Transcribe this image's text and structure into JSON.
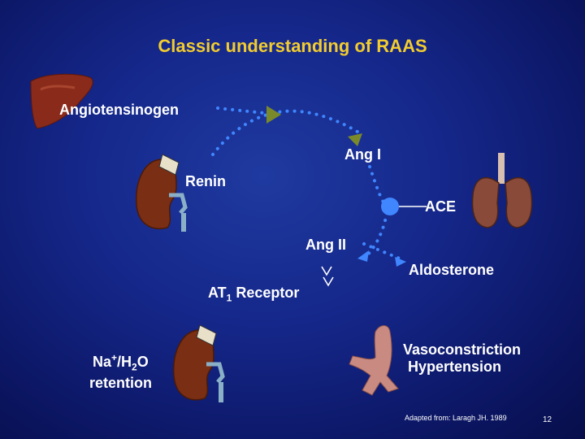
{
  "title": "Classic understanding of RAAS",
  "labels": {
    "angiotensinogen": "Angiotensinogen",
    "ang1": "Ang I",
    "renin": "Renin",
    "ace": "ACE",
    "ang2": "Ang II",
    "at1_main": "AT",
    "at1_sub": "1",
    "at1_rest": " Receptor",
    "aldosterone": "Aldosterone",
    "na_na": "Na",
    "na_plus": "+",
    "na_h": "/H",
    "na_2": "2",
    "na_o": "O",
    "retention": "retention",
    "vasoconstriction": "Vasoconstriction",
    "hypertension": "Hypertension"
  },
  "footer": {
    "citation": "Adapted from: Laragh JH. 1989",
    "page_number": "12"
  },
  "colors": {
    "title": "#f2cc2e",
    "text": "#ffffff",
    "arrow_dots": "#3f86ff",
    "arrowheads": "#7a8a2a",
    "liver": "#8a2a1a",
    "kidney": "#7a2e14",
    "lungs": "#8a4a3a",
    "vessel": "#c98a82"
  },
  "icons": [
    "liver-icon",
    "kidney-icon",
    "lungs-icon",
    "blood-vessel-icon",
    "ace-enzyme-icon"
  ]
}
